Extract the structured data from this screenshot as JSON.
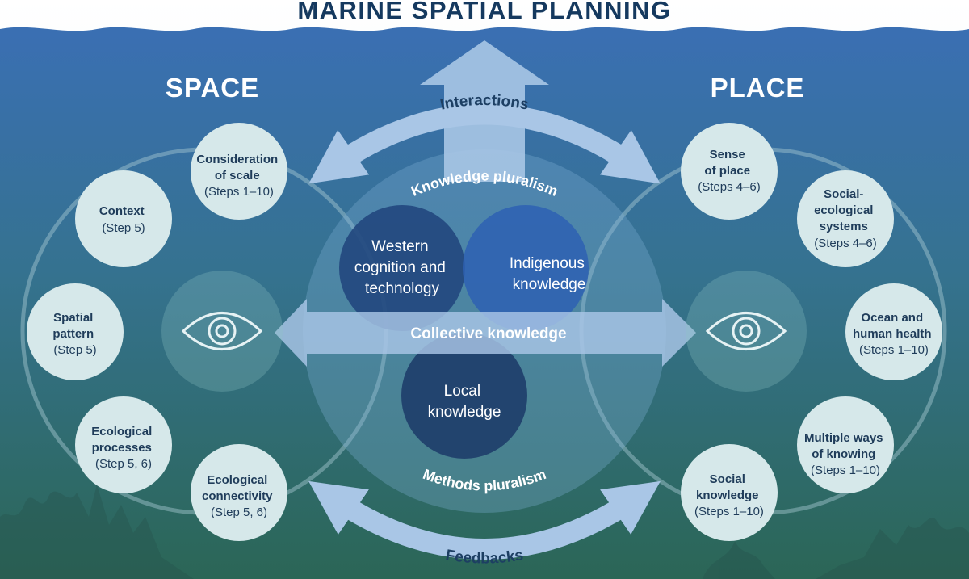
{
  "title": "MARINE SPATIAL PLANNING",
  "sides": {
    "space": "SPACE",
    "place": "PLACE"
  },
  "arrows": {
    "interactions": "Interactions",
    "feedbacks": "Feedbacks"
  },
  "pluralism": {
    "knowledge": "Knowledge pluralism",
    "methods": "Methods pluralism"
  },
  "venn": {
    "western": [
      "Western",
      "cognition and",
      "technology"
    ],
    "indigenous": [
      "Indigenous",
      "knowledge"
    ],
    "local": [
      "Local",
      "knowledge"
    ],
    "collective": "Collective knowledge"
  },
  "space_nodes": {
    "scale": {
      "name": [
        "Consideration",
        "of scale"
      ],
      "steps": "(Steps 1–10)"
    },
    "context": {
      "name": [
        "Context"
      ],
      "steps": "(Step 5)"
    },
    "spatial": {
      "name": [
        "Spatial",
        "pattern"
      ],
      "steps": "(Step 5)"
    },
    "processes": {
      "name": [
        "Ecological",
        "processes"
      ],
      "steps": "(Step 5, 6)"
    },
    "connectivity": {
      "name": [
        "Ecological",
        "connectivity"
      ],
      "steps": "(Step 5, 6)"
    }
  },
  "place_nodes": {
    "sense": {
      "name": [
        "Sense",
        "of place"
      ],
      "steps": "(Steps 4–6)"
    },
    "socioeco": {
      "name": [
        "Social-",
        "ecological",
        "systems"
      ],
      "steps": "(Steps 4–6)"
    },
    "health": {
      "name": [
        "Ocean and",
        "human health"
      ],
      "steps": "(Steps 1–10)"
    },
    "ways": {
      "name": [
        "Multiple ways",
        "of knowing"
      ],
      "steps": "(Steps 1–10)"
    },
    "social": {
      "name": [
        "Social",
        "knowledge"
      ],
      "steps": "(Steps 1–10)"
    }
  },
  "icons": {
    "left_eye": "eye-icon",
    "right_eye": "eye-icon"
  },
  "colors": {
    "ocean_top": "#3a6fb0",
    "ocean_bottom": "#2f6a5c",
    "node_fill": "#d6e8ea",
    "title_text": "#15395f",
    "arrow_fill": "#a9c6e6"
  }
}
